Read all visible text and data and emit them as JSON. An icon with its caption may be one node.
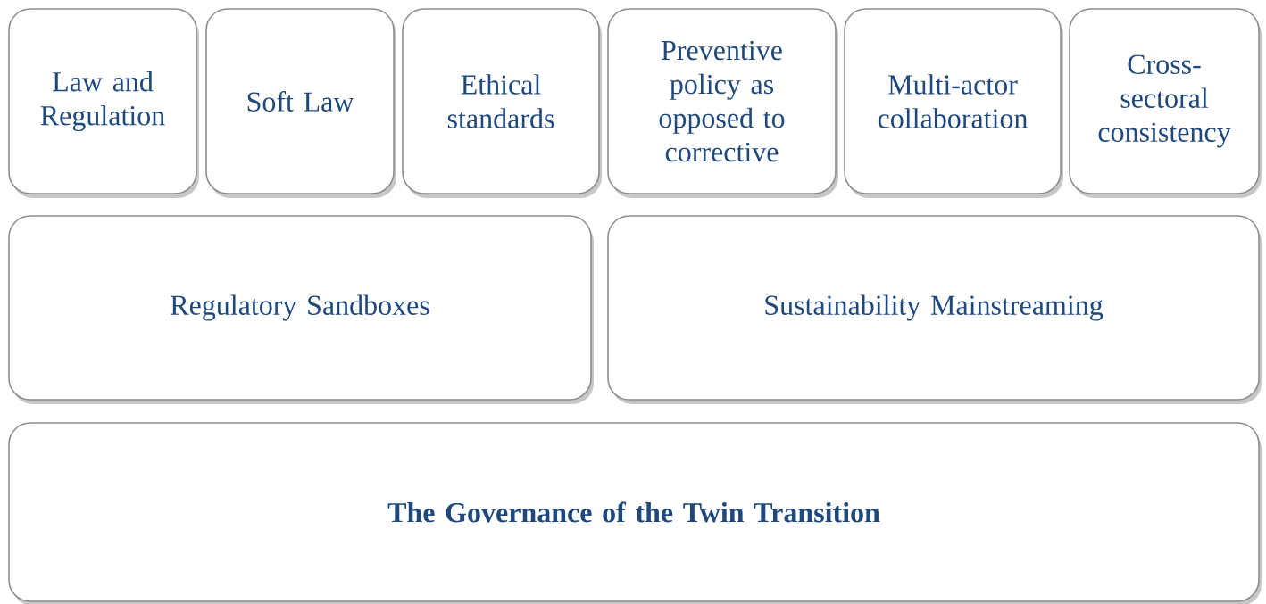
{
  "diagram": {
    "nodes": [
      {
        "text": [
          "Law and Regulation"
        ]
      },
      {
        "text": [
          "Soft Law"
        ]
      },
      {
        "text": [
          "Ethical standards"
        ]
      },
      {
        "text": [
          "Preventive policy as opposed to corrective"
        ]
      },
      {
        "text": [
          "Multi-actor collaboration"
        ]
      },
      {
        "text": [
          "Cross-sectoral consistency"
        ]
      },
      {
        "text": [
          "Regulatory Sandboxes"
        ]
      },
      {
        "text": [
          "Sustainability Mainstreaming"
        ]
      },
      {
        "text": [
          "The Governance of the Twin Transition"
        ]
      }
    ]
  }
}
